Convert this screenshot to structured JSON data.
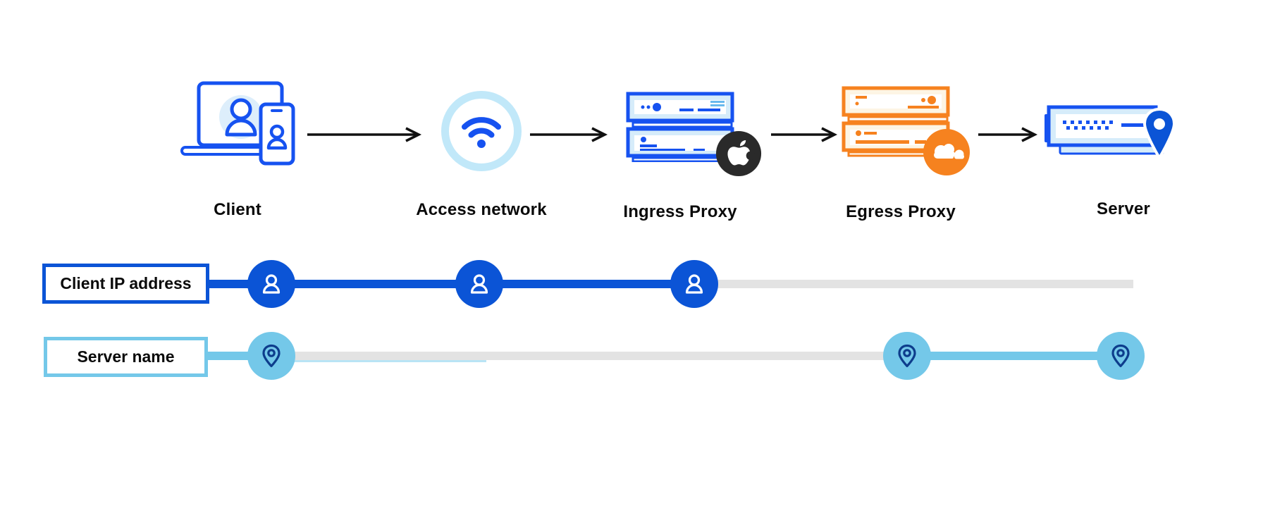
{
  "diagram": {
    "flow": {
      "nodes": [
        {
          "label": "Client",
          "icon": "laptop-phone-user-icon"
        },
        {
          "label": "Access network",
          "icon": "wifi-icon"
        },
        {
          "label": "Ingress Proxy",
          "icon": "server-stack-icon",
          "badge": "apple-logo-icon"
        },
        {
          "label": "Egress Proxy",
          "icon": "server-stack-icon",
          "badge": "cloudflare-logo-icon"
        },
        {
          "label": "Server",
          "icon": "server-location-icon"
        }
      ],
      "connector": "arrow-right"
    },
    "tracks": [
      {
        "label": "Client IP address",
        "marker_icon": "user-icon",
        "color": "#0b54d6",
        "markers_at": [
          "Client",
          "Access network",
          "Ingress Proxy"
        ],
        "active_span": [
          "Client",
          "Ingress Proxy"
        ]
      },
      {
        "label": "Server name",
        "marker_icon": "location-pin-icon",
        "color": "#74c8e9",
        "markers_at": [
          "Client",
          "Egress Proxy",
          "Server"
        ],
        "active_span": [
          "Egress Proxy",
          "Server"
        ]
      }
    ],
    "colors": {
      "flow_blue": "#1652f0",
      "royal_blue": "#0b54d6",
      "sky_blue": "#74c8e9",
      "pale_sky_ring": "#c1e8f9",
      "orange": "#f6821f",
      "cream_fill": "#fdf5e4",
      "light_blue_fill": "#d6ecfa",
      "apple_black": "#2a2a2a",
      "track_gray": "#e3e3e3",
      "navy_pin": "#0d3d8c",
      "arrow_black": "#111111"
    }
  }
}
